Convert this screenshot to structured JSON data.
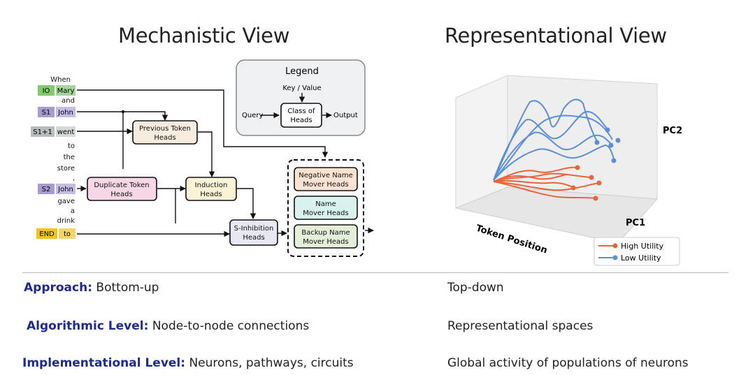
{
  "titles": {
    "mechanistic": "Mechanistic View",
    "representational": "Representational View"
  },
  "sentence": {
    "words": [
      "When",
      "Mary",
      "and",
      "John",
      "went",
      "to",
      "the",
      "store",
      ",",
      "John",
      "gave",
      "a",
      "drink",
      "to"
    ],
    "tags": {
      "io": "IO",
      "s1": "S1",
      "s1p1": "S1+1",
      "s2": "S2",
      "end": "END"
    }
  },
  "heads": {
    "previous_token": [
      "Previous Token",
      "Heads"
    ],
    "duplicate_token": [
      "Duplicate Token",
      "Heads"
    ],
    "induction": [
      "Induction",
      "Heads"
    ],
    "s_inhibition": [
      "S-Inhibition",
      "Heads"
    ],
    "negative_name_mover": [
      "Negative Name",
      "Mover Heads"
    ],
    "name_mover": [
      "Name",
      "Mover Heads"
    ],
    "backup_name_mover": [
      "Backup Name",
      "Mover Heads"
    ]
  },
  "legend": {
    "title": "Legend",
    "key_value": "Key / Value",
    "query": "Query",
    "class_of_heads": [
      "Class of",
      "Heads"
    ],
    "output": "Output"
  },
  "plot": {
    "axes": {
      "pc2": "PC2",
      "pc1": "PC1",
      "token_position": "Token Position"
    },
    "legend": {
      "high": "High Utility",
      "low": "Low Utility"
    },
    "colors": {
      "high": "#e8643c",
      "low": "#5b8fd6"
    }
  },
  "comparison": [
    {
      "key": "Approach:",
      "mechanistic": "Bottom-up",
      "representational": "Top-down"
    },
    {
      "key": "Algorithmic Level:",
      "mechanistic": "Node-to-node connections",
      "representational": "Representational spaces"
    },
    {
      "key": "Implementational Level:",
      "mechanistic": "Neurons, pathways, circuits",
      "representational": "Global activity of populations of neurons"
    }
  ]
}
